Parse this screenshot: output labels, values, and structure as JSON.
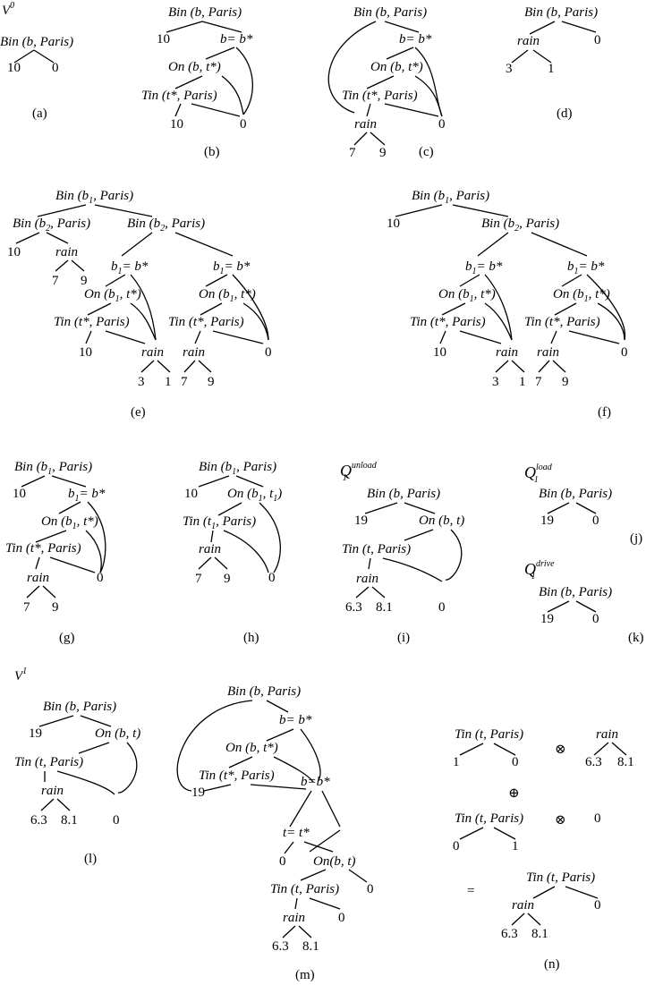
{
  "labels": {
    "V0": "V",
    "V0_sup": "0",
    "V1": "V",
    "V1_sup": "1",
    "Q": "Q",
    "Q_sub": "1",
    "unload": "unload",
    "load": "load",
    "drive": "drive"
  },
  "nodes": {
    "bin_b_paris": "Bin (b, Paris)",
    "bin_b1_paris": "Bin (b",
    "bin_b2_paris": "Bin (b",
    "sub1": "1",
    "sub2": "2",
    "paris_close": ", Paris)",
    "b_eq_bstar": "b= b*",
    "b1_eq_bstar": "= b*",
    "on_b_tstar": "On (b, t*)",
    "on_b1_tstar": "On (b",
    "on_b1_tstar_rest": ", t*)",
    "tin_tstar_paris": "Tin (t*, Paris)",
    "tin_t_paris": "Tin (t, Paris)",
    "tin_t1_paris": "Tin (t",
    "tin_t1_rest": ", Paris)",
    "on_b_t": "On (b, t)",
    "on_b1_t1": "On (b",
    "on_b1_t1_mid": ", t",
    "on_b1_t1_end": ")",
    "rain": "rain",
    "bbstar_m": "b=b*",
    "t_eq_tstar": "t= t*",
    "on_bt_m": "On(b, t)"
  },
  "values": {
    "v10": "10",
    "v0": "0",
    "v1": "1",
    "v3": "3",
    "v7": "7",
    "v9": "9",
    "v19": "19",
    "v63": "6.3",
    "v81": "8.1"
  },
  "operators": {
    "otimes": "⊗",
    "oplus": "⊕",
    "equals": "="
  },
  "captions": {
    "a": "(a)",
    "b": "(b)",
    "c": "(c)",
    "d": "(d)",
    "e": "(e)",
    "f": "(f)",
    "g": "(g)",
    "h": "(h)",
    "i": "(i)",
    "j": "(j)",
    "k": "(k)",
    "l": "(l)",
    "m": "(m)",
    "n": "(n)"
  }
}
